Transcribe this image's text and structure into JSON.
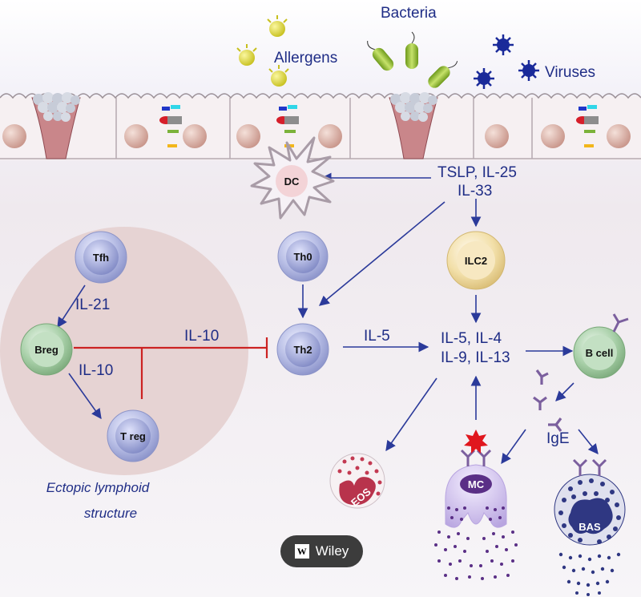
{
  "labels": {
    "bacteria": "Bacteria",
    "allergens": "Allergens",
    "viruses": "Viruses",
    "tslp": "TSLP, IL-25",
    "il33": "IL-33",
    "il21": "IL-21",
    "il10_left": "IL-10",
    "il10_inhib": "IL-10",
    "il5_th2": "IL-5",
    "cyto1": "IL-5,  IL-4",
    "cyto2": "IL-9, IL-13",
    "ige": "IgE",
    "ectopic1": "Ectopic lymphoid",
    "ectopic2": "structure"
  },
  "cells": {
    "dc": "DC",
    "tfh": "Tfh",
    "th0": "Th0",
    "ilc2": "ILC2",
    "breg": "Breg",
    "th2": "Th2",
    "bcell": "B cell",
    "treg": "T reg",
    "eos": "EOS",
    "mc": "MC",
    "bas": "BAS"
  },
  "badge": {
    "logo": "W",
    "text": "Wiley"
  },
  "colors": {
    "text_blue": "#1f2d86",
    "arrow_blue": "#2b3a9a",
    "inhibit_red": "#cc2222",
    "lymphoid_bg": "#e6d3d3",
    "lymphocyte": "#b9bfe6",
    "breg_green": "#a7cfa7",
    "ilc2_yellow": "#f2dfa8",
    "mast_purple": "#d4c3ee",
    "basophil_navy": "#2f3782",
    "eosinophil_red": "#b8334c"
  }
}
